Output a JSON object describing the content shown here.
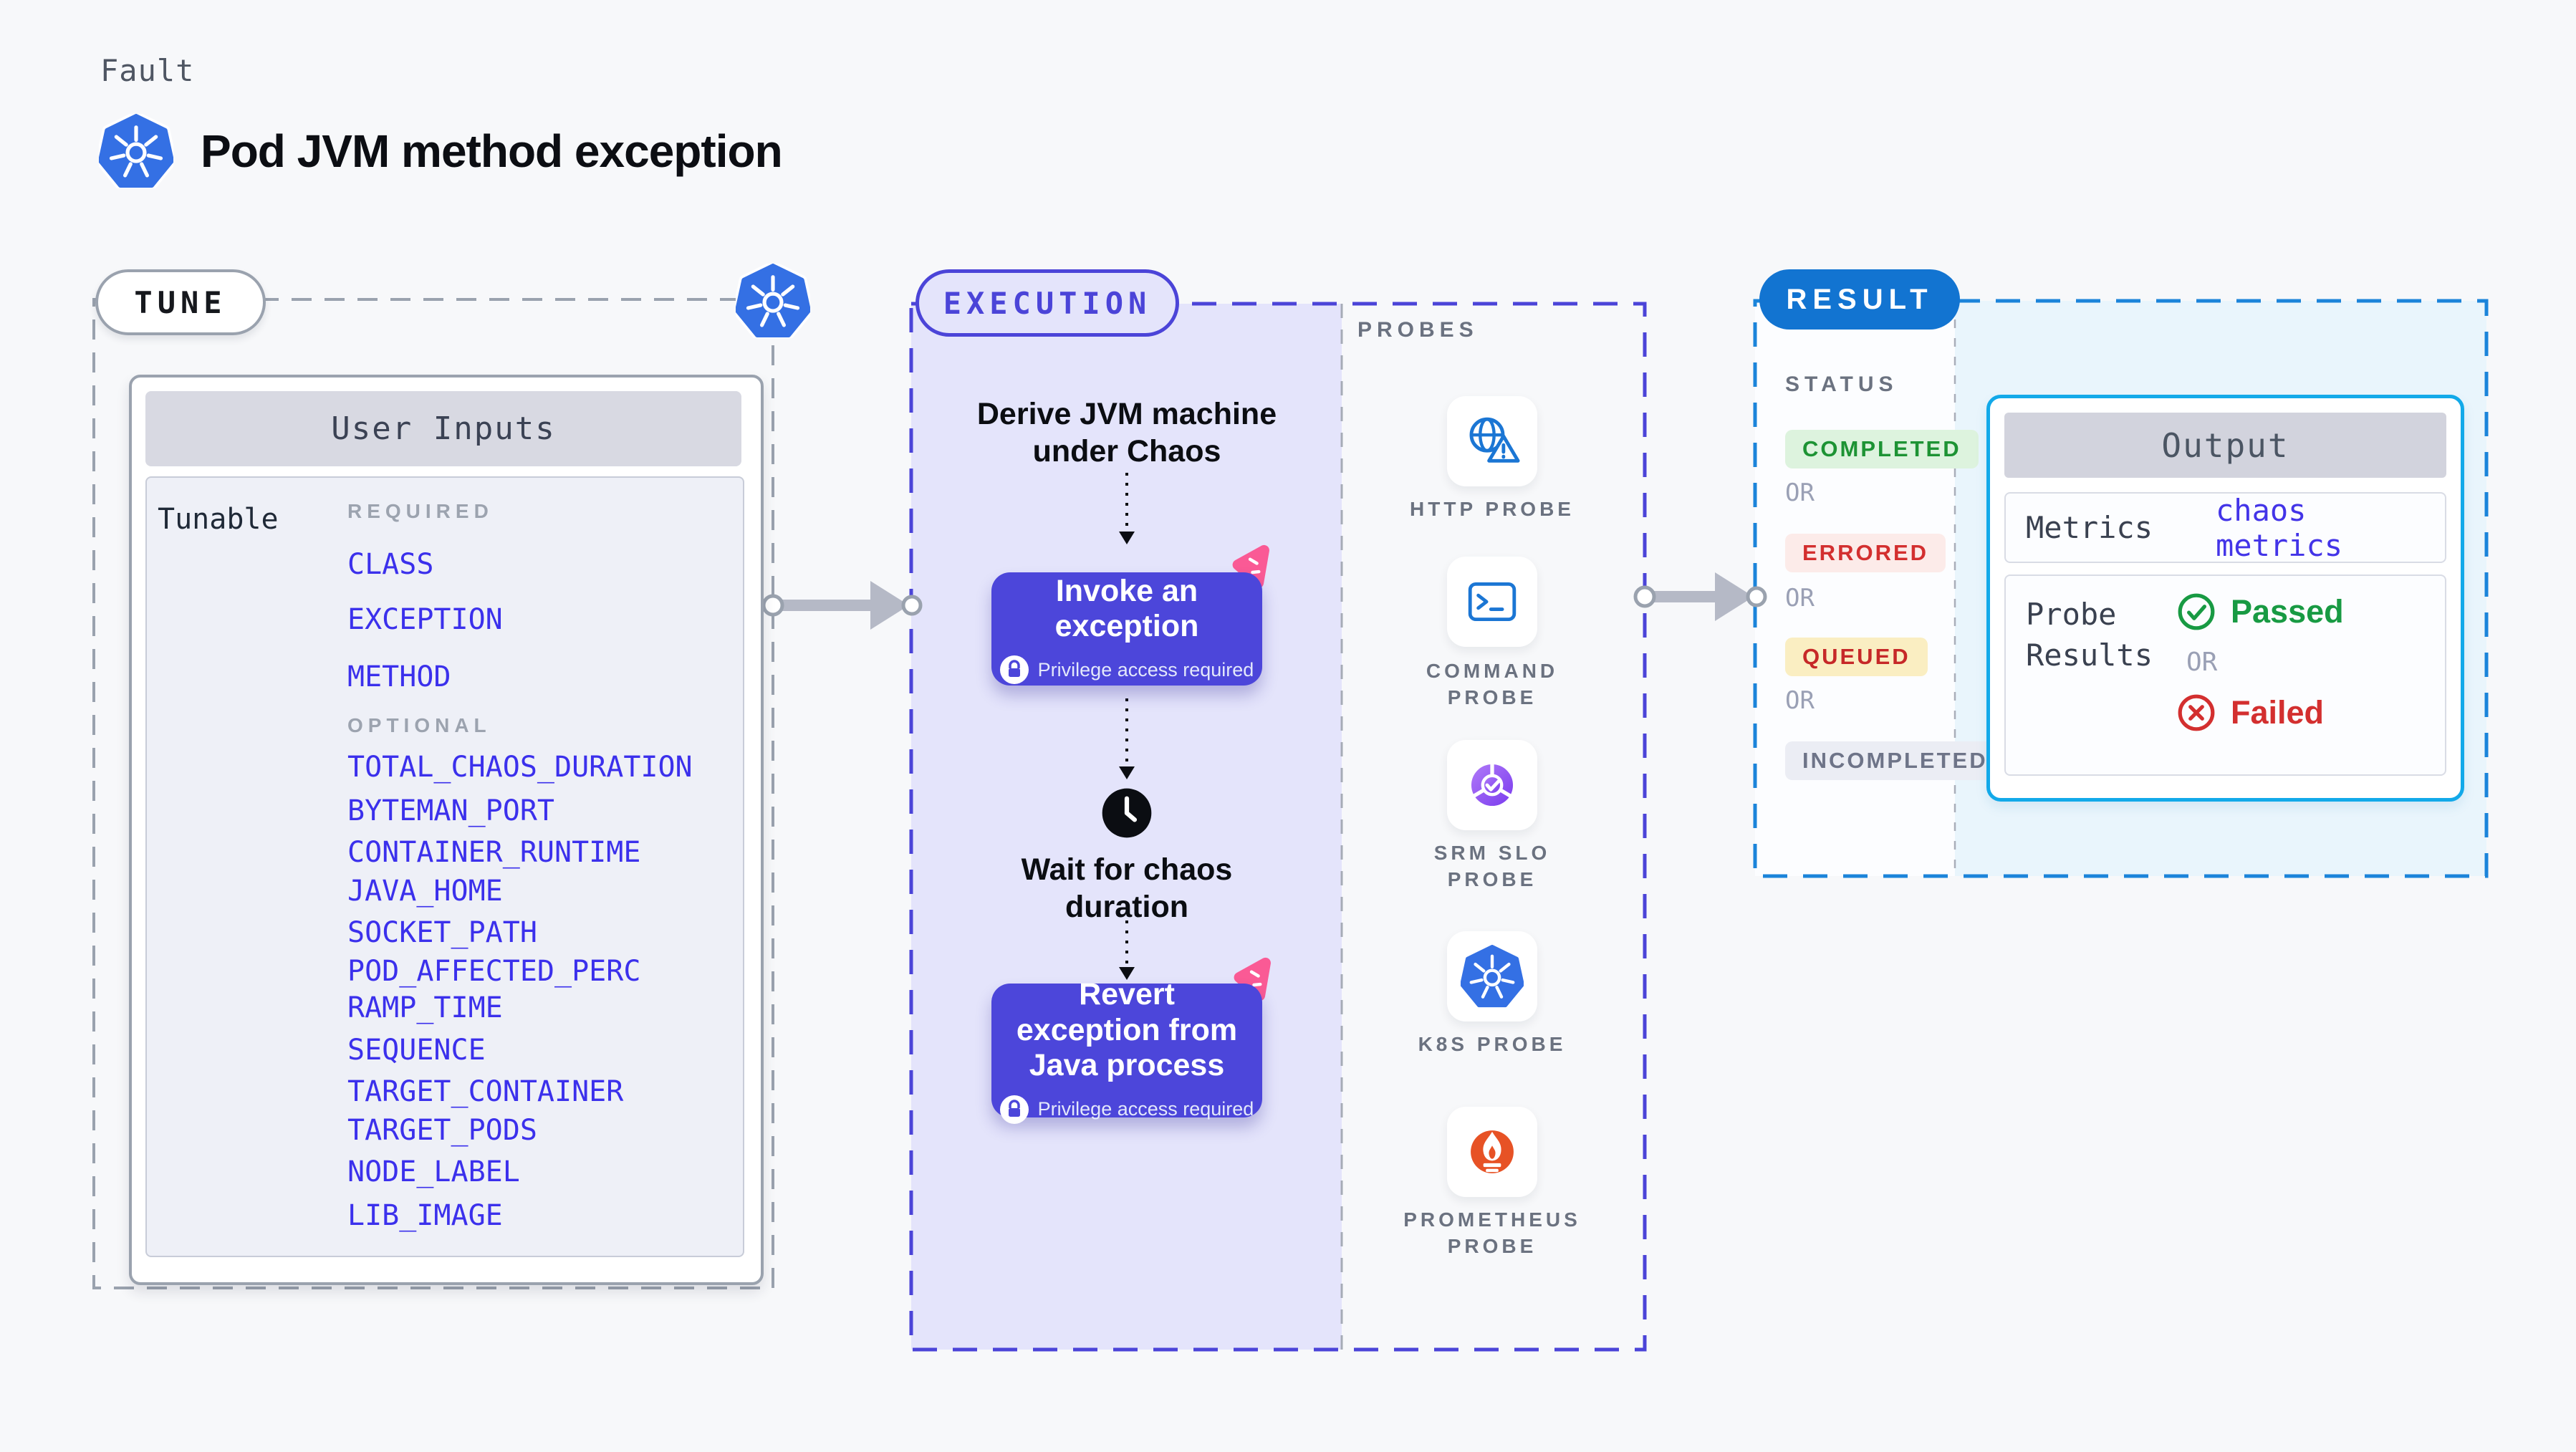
{
  "page": {
    "kicker": "Fault",
    "title": "Pod JVM method exception"
  },
  "tune": {
    "badge": "TUNE",
    "card_title": "User Inputs",
    "row_label": "Tunable",
    "required_label": "REQUIRED",
    "optional_label": "OPTIONAL",
    "required": [
      "CLASS",
      "EXCEPTION",
      "METHOD"
    ],
    "optional": [
      "TOTAL_CHAOS_DURATION",
      "BYTEMAN_PORT",
      "CONTAINER_RUNTIME",
      "JAVA_HOME",
      "SOCKET_PATH",
      "POD_AFFECTED_PERC",
      "RAMP_TIME",
      "SEQUENCE",
      "TARGET_CONTAINER",
      "TARGET_PODS",
      "NODE_LABEL",
      "LIB_IMAGE"
    ]
  },
  "execution": {
    "badge": "EXECUTION",
    "derive_step": "Derive JVM machine under Chaos",
    "invoke_step": {
      "title": "Invoke an exception",
      "note": "Privilege access required"
    },
    "wait_step": "Wait for chaos duration",
    "revert_step": {
      "title": "Revert exception from Java process",
      "note": "Privilege access required"
    }
  },
  "probes": {
    "label": "PROBES",
    "items": [
      {
        "label": "HTTP PROBE",
        "icon": "http-probe-icon"
      },
      {
        "label": "COMMAND PROBE",
        "icon": "command-probe-icon"
      },
      {
        "label": "SRM SLO PROBE",
        "icon": "srm-slo-probe-icon"
      },
      {
        "label": "K8S PROBE",
        "icon": "k8s-probe-icon"
      },
      {
        "label": "PROMETHEUS PROBE",
        "icon": "prometheus-probe-icon"
      }
    ]
  },
  "result": {
    "badge": "RESULT",
    "status_label": "STATUS",
    "or_label": "OR",
    "statuses": [
      {
        "label": "COMPLETED",
        "kind": "completed"
      },
      {
        "label": "ERRORED",
        "kind": "errored"
      },
      {
        "label": "QUEUED",
        "kind": "queued"
      },
      {
        "label": "INCOMPLETED",
        "kind": "incompleted"
      }
    ],
    "output": {
      "title": "Output",
      "metrics_label": "Metrics",
      "metrics_value": "chaos metrics",
      "probe_results_label": "Probe Results",
      "passed_label": "Passed",
      "or_label": "OR",
      "failed_label": "Failed"
    }
  },
  "colors": {
    "accent_indigo": "#4c46da",
    "kubernetes_blue": "#3470e4",
    "result_blue": "#1274d1",
    "output_border_cyan": "#12a9e9",
    "chaos_pink": "#fa5a95",
    "passed_green": "#189a43",
    "failed_red": "#d32f2f",
    "probe_icon_blue": "#1b76d4",
    "prometheus_orange": "#e75225",
    "tunable_blue": "#3b30ec"
  }
}
